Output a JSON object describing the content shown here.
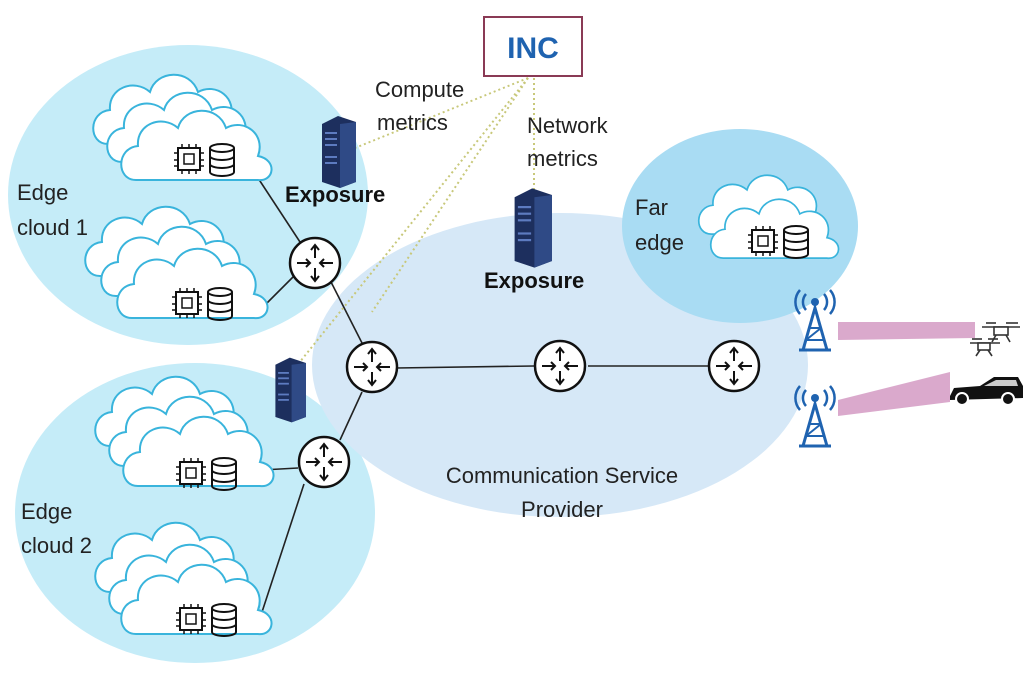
{
  "inc": {
    "label": "INC",
    "text_color": "#1f63b0",
    "border_color": "#8a3a55"
  },
  "metrics": {
    "compute_line1": "Compute",
    "compute_line2": "metrics",
    "network_line1": "Network",
    "network_line2": "metrics"
  },
  "exposure": {
    "left_label": "Exposure",
    "center_label": "Exposure"
  },
  "regions": {
    "edge_cloud_1": {
      "line1": "Edge",
      "line2": "cloud 1"
    },
    "edge_cloud_2": {
      "line1": "Edge",
      "line2": "cloud 2"
    },
    "far_edge": {
      "line1": "Far",
      "line2": "edge"
    },
    "csp": {
      "line1": "Communication Service",
      "line2": "Provider"
    }
  },
  "colors": {
    "edge_fill": "#c5ecf8",
    "csp_fill": "#d6e8f7",
    "far_edge_fill": "#a9dcf3",
    "cloud_stroke": "#39b4dc",
    "link": "#222222",
    "dotted": "#c8c87a",
    "beam": "#d49ac3",
    "server": "#1d2f5e"
  },
  "icons": {
    "router": "router-icon",
    "server": "server-icon",
    "cloud": "cloud-cluster-icon",
    "chip": "chip-icon",
    "database": "database-icon",
    "tower": "cell-tower-icon",
    "drone": "drone-icon",
    "car": "car-icon"
  }
}
